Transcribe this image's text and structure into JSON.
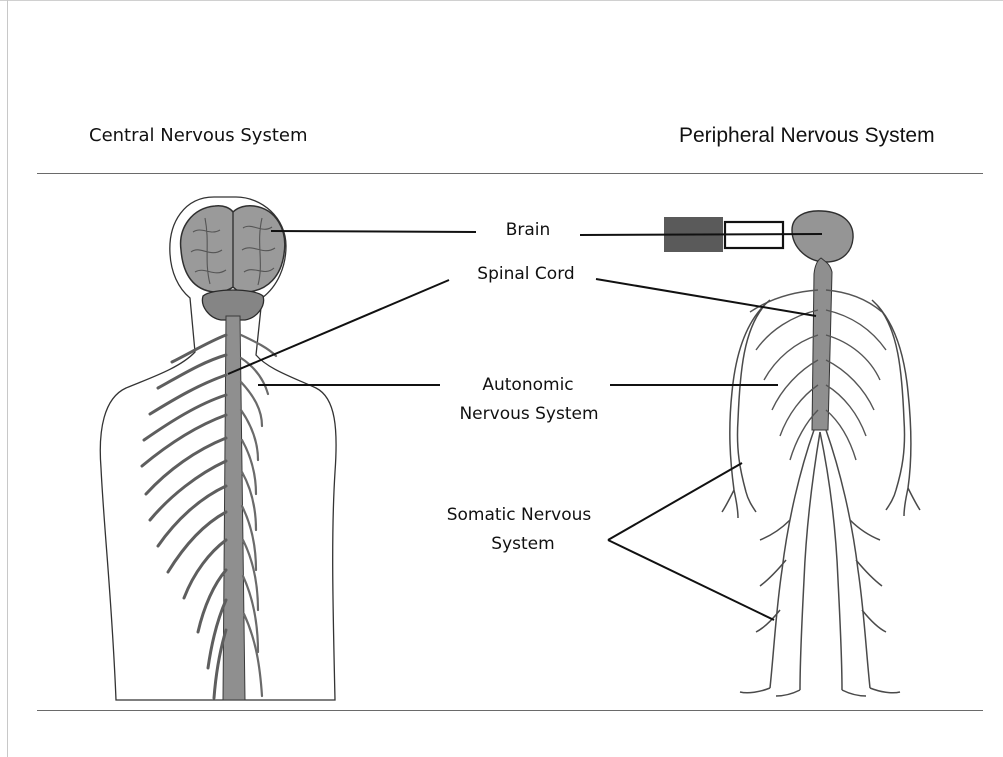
{
  "headings": {
    "left": "Central Nervous System",
    "right": "Peripheral Nervous System"
  },
  "labels": {
    "brain": "Brain",
    "spinal_cord": "Spinal Cord",
    "autonomic_line1": "Autonomic",
    "autonomic_line2": "Nervous System",
    "somatic_line1": "Somatic Nervous",
    "somatic_line2": "System"
  },
  "colors": {
    "nerve_fill": "#8f8f8f",
    "brain_fill": "#959595",
    "outline": "#2b2b2b",
    "gray_box": "#5a5a5a"
  }
}
